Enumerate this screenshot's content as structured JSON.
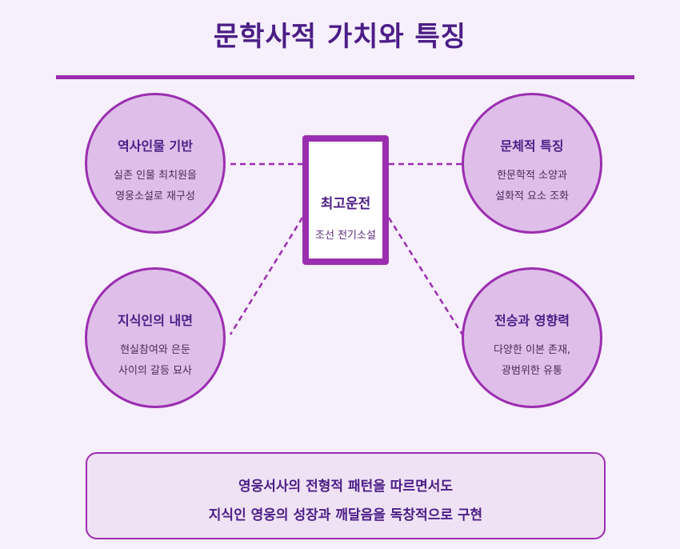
{
  "title": "문학사적 가치와 특징",
  "center": {
    "title": "최고운전",
    "subtitle": "조선 전기소설"
  },
  "nodes": {
    "top_left": {
      "title": "역사인물 기반",
      "line1": "실존 인물 최치원을",
      "line2": "영웅소설로 재구성"
    },
    "top_right": {
      "title": "문체적 특징",
      "line1": "한문학적 소양과",
      "line2": "설화적 요소 조화"
    },
    "bottom_left": {
      "title": "지식인의 내면",
      "line1": "현실참여와 은둔",
      "line2": "사이의 갈등 묘사"
    },
    "bottom_right": {
      "title": "전승과 영향력",
      "line1": "다양한 이본 존재,",
      "line2": "광범위한 유통"
    }
  },
  "summary": {
    "line1": "영웅서사의 전형적 패턴을 따르면서도",
    "line2": "지식인 영웅의 성장과 깨달음을 독창적으로 구현"
  },
  "colors": {
    "accent": "#9b2eb0",
    "heading": "#4b1d86",
    "circle_fill": "#dfbfe9",
    "background": "#f6effc"
  }
}
